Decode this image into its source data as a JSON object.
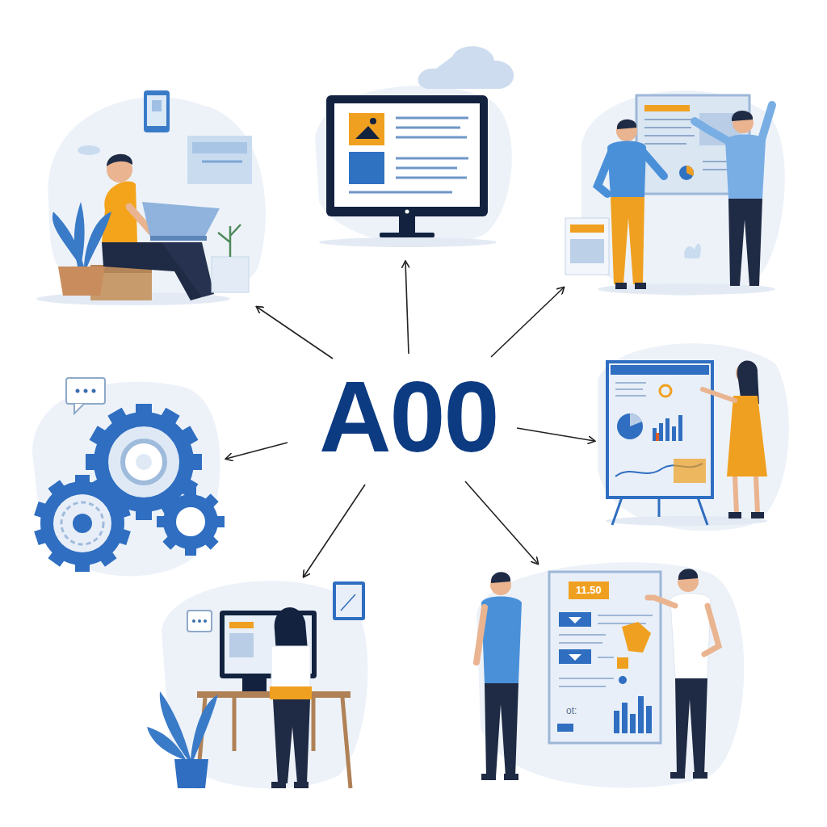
{
  "diagram": {
    "title": "A00",
    "labels": [
      "11.50",
      "ot:"
    ]
  }
}
